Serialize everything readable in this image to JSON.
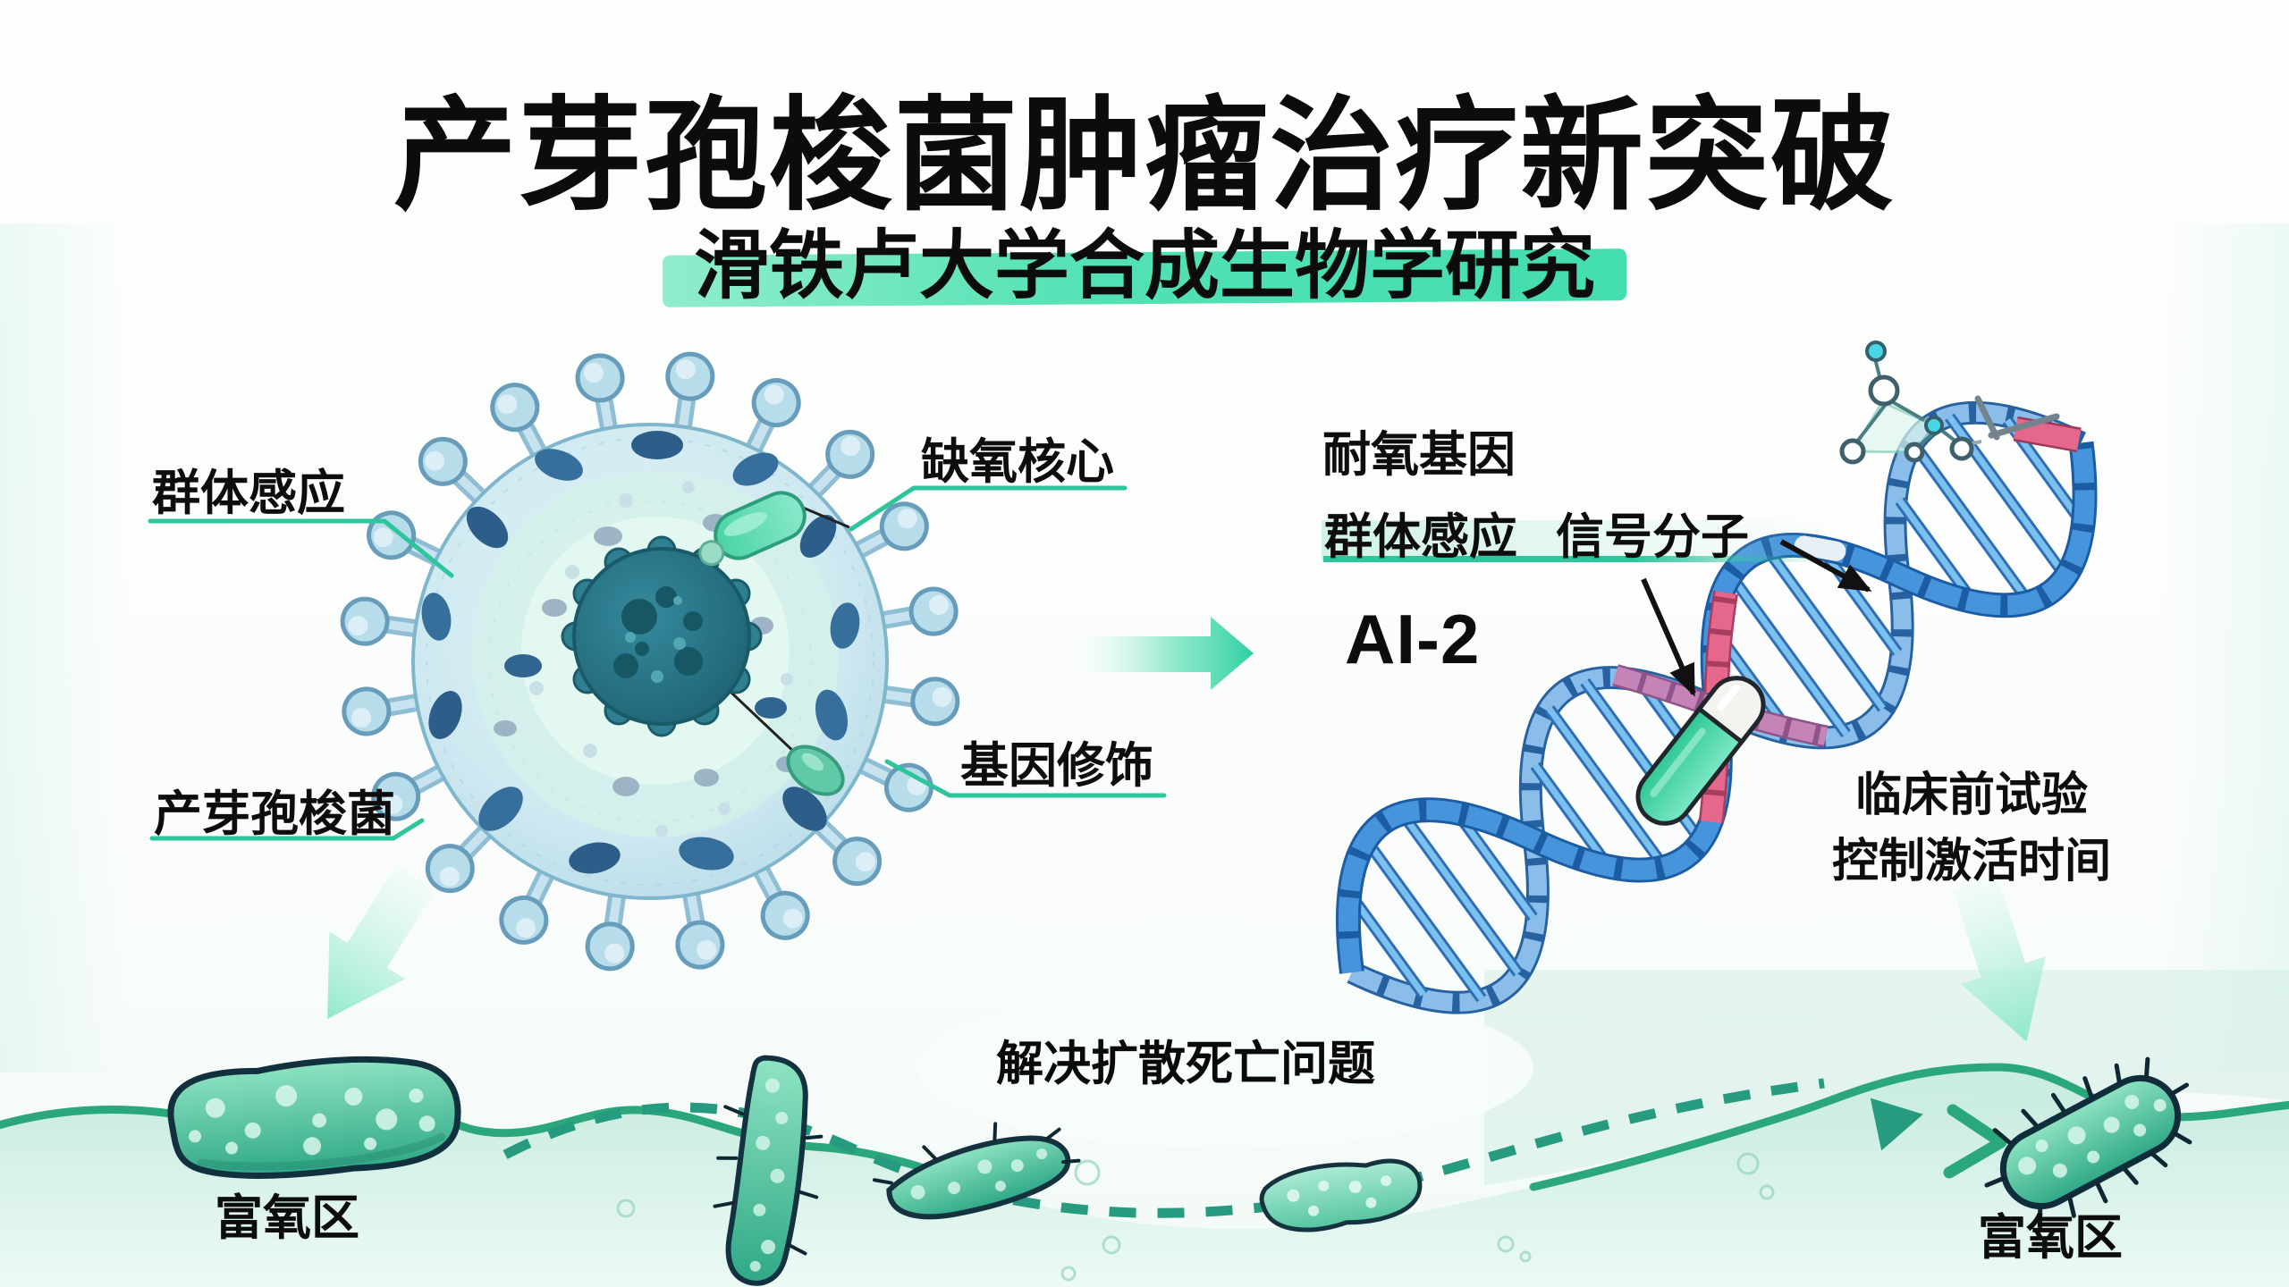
{
  "header": {
    "title": "产芽孢梭菌肿瘤治疗新突破",
    "subtitle": "滑铁卢大学合成生物学研究"
  },
  "tumor_diagram": {
    "quorum_sensing": "群体感应",
    "hypoxic_core": "缺氧核心",
    "clostridium": "产芽孢梭菌",
    "gene_modification": "基因修饰"
  },
  "dna_diagram": {
    "oxygen_tolerant_gene": "耐氧基因",
    "quorum_sensing": "群体感应",
    "signal_molecule": "信号分子",
    "molecule_name": "AI-2",
    "preclinical_line1": "临床前试验",
    "preclinical_line2": "控制激活时间"
  },
  "bottom_band": {
    "caption": "解决扩散死亡问题",
    "oxygen_rich_zone_left": "富氧区",
    "oxygen_rich_zone_right": "富氧区"
  },
  "colors": {
    "accent_teal": "#2cc59c",
    "highlight_mint": "#4fe0b2",
    "wave_green": "#2aa87c",
    "band_fill": "#cdeee4",
    "dna_blue": "#3f8fd9",
    "dna_pink": "#e5688c",
    "capsule_green": "#39d0a0",
    "cell_blue": "#b7dcea",
    "core_teal": "#1f6575",
    "bacteria_green": "#2fa886",
    "text": "#111111"
  },
  "icons": {
    "flow_arrow": "right-arrow",
    "down_arrow_left": "down-arrow",
    "down_arrow_right": "down-arrow",
    "migration_arrow": "dashed-curve-arrow",
    "ai2_molecule": "molecule-structure"
  }
}
